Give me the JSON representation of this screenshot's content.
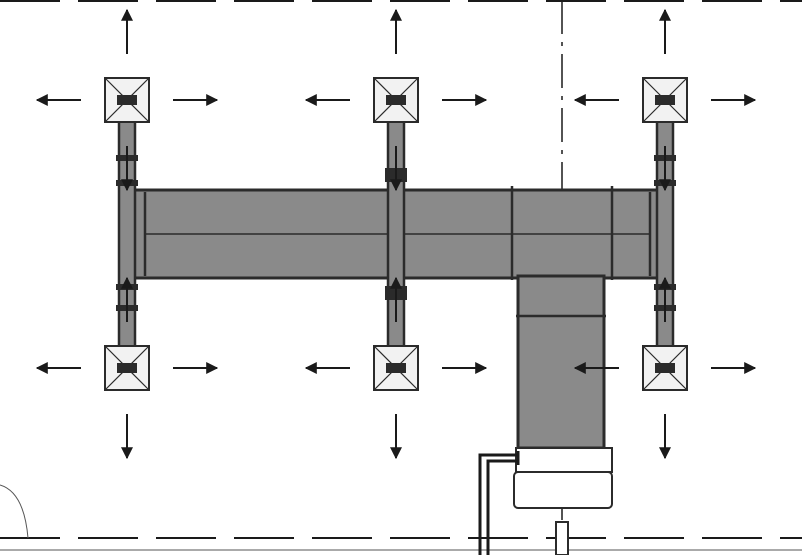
{
  "drawing": {
    "colors": {
      "background": "#ffffff",
      "duct_fill": "#8a8a8a",
      "duct_stroke": "#2b2b2b",
      "line": "#1a1a1a",
      "diffuser_fill": "#f2f2f2",
      "unit_fill": "#ffffff"
    },
    "diffuser_count": 6,
    "airflow_arrow_count": 24,
    "arrow_direction_per_diffuser": [
      "up",
      "left",
      "right",
      "down"
    ],
    "icons": {
      "diffuser": "ceiling-diffuser-icon",
      "arrow": "airflow-arrow-icon",
      "air_handler": "air-handling-unit-icon"
    }
  }
}
